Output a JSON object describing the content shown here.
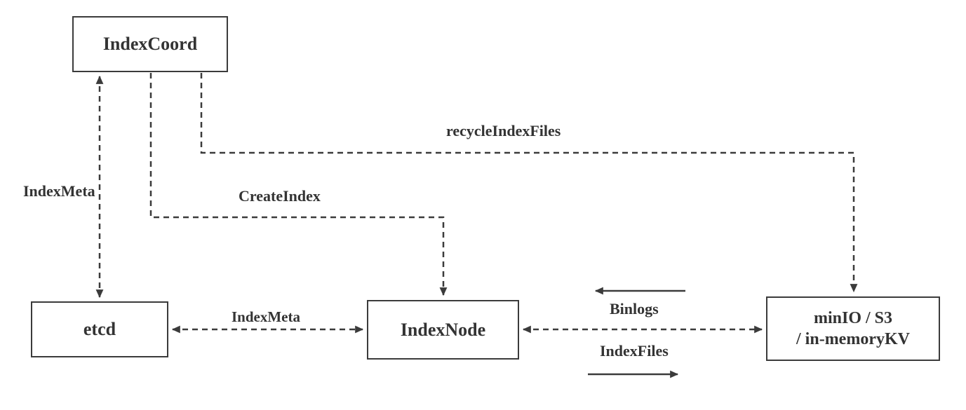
{
  "diagram": {
    "background_color": "#ffffff",
    "stroke_color": "#3b3b3b",
    "text_color": "#333333",
    "nodes": {
      "index_coord": {
        "label": "IndexCoord"
      },
      "etcd": {
        "label": "etcd"
      },
      "index_node": {
        "label": "IndexNode"
      },
      "storage": {
        "label_line1": "minIO / S3",
        "label_line2": "/ in-memoryKV"
      }
    },
    "edges": {
      "index_meta_vertical": {
        "label": "IndexMeta",
        "from": "IndexCoord",
        "to": "etcd",
        "style": "dashed",
        "arrows": "both"
      },
      "create_index": {
        "label": "CreateIndex",
        "from": "IndexCoord",
        "to": "IndexNode",
        "style": "dashed",
        "arrows": "end"
      },
      "recycle_index_files": {
        "label": "recycleIndexFiles",
        "from": "IndexCoord",
        "to": "storage",
        "style": "dashed",
        "arrows": "end"
      },
      "index_meta_horizontal": {
        "label": "IndexMeta",
        "from": "etcd",
        "to": "IndexNode",
        "style": "dashed",
        "arrows": "both"
      },
      "index_node_storage": {
        "label": "",
        "from": "IndexNode",
        "to": "storage",
        "style": "dashed",
        "arrows": "both"
      },
      "binlogs": {
        "label": "Binlogs",
        "direction": "left",
        "style": "solid",
        "arrows": "end"
      },
      "index_files": {
        "label": "IndexFiles",
        "direction": "right",
        "style": "solid",
        "arrows": "end"
      }
    }
  }
}
